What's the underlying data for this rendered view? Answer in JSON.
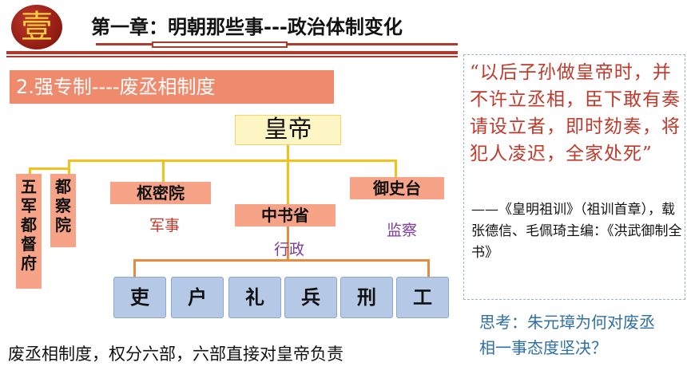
{
  "header": {
    "badge": "壹",
    "title": "第一章：明朝那些事---政治体制变化"
  },
  "section": {
    "title": "2.强专制----废丞相制度"
  },
  "org": {
    "emperor": "皇帝",
    "wujun": "五军都督府",
    "duchayuan": "都察院",
    "shumiyuan": "枢密院",
    "zhongshusheng": "中书省",
    "yushitai": "御史台",
    "military_note": "军事",
    "admin_note": "行政",
    "supervision_note": "监察",
    "ministries": [
      "吏",
      "户",
      "礼",
      "兵",
      "刑",
      "工"
    ]
  },
  "quote": {
    "text": "“以后子孙做皇帝时，并不许立丞相，臣下敢有奏请设立者，即时劾奏，将犯人凌迟，全家处死”",
    "source": "——《皇明祖训》（祖训首章），载张德信、毛佩琦主编：《洪武御制全书》"
  },
  "think": {
    "line1": "思考：朱元璋为何对废丞",
    "line2": "相一事态度坚决？"
  },
  "bottom_text": "废丞相制度，权分六部，六部直接对皇帝负责",
  "colors": {
    "accent_red": "#b03a2e",
    "quote_red": "#c0392b",
    "think_blue": "#2f6fa8"
  }
}
